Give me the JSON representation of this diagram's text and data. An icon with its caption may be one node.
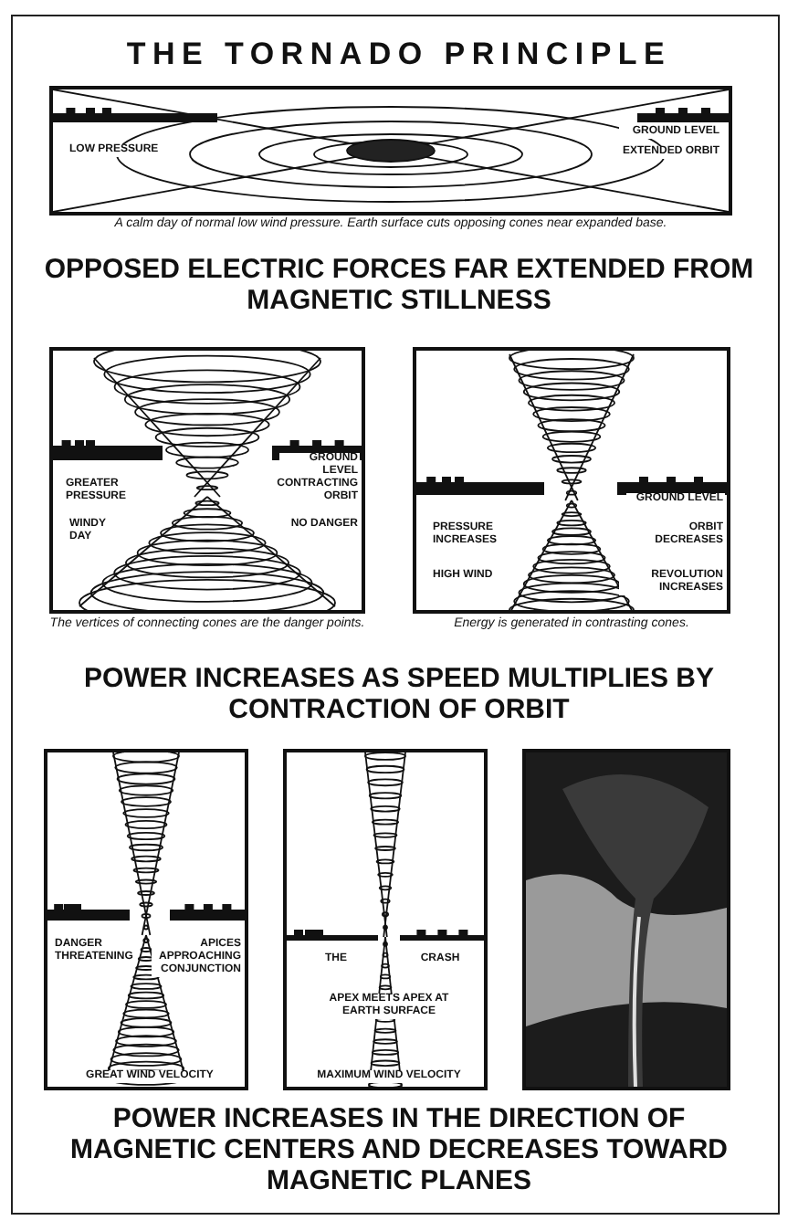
{
  "diagram": {
    "title": "THE TORNADO PRINCIPLE",
    "nodes": [
      {
        "text": [
          "LOW PRESSURE",
          "GROUND LEVEL",
          "EXTENDED ORBIT"
        ],
        "beside": [
          "A calm day of normal low wind pressure. Earth surface cuts opposing cones near expanded base."
        ]
      },
      {
        "text": [
          "GROUND LEVEL",
          "GREATER PRESSURE",
          "WINDY DAY",
          "CONTRACTING ORBIT",
          "NO DANGER"
        ],
        "beside": [
          "The vertices of connecting cones are the danger points."
        ]
      },
      {
        "text": [
          "GROUND LEVEL",
          "PRESSURE INCREASES",
          "HIGH WIND",
          "ORBIT DECREASES",
          "REVOLUTION INCREASES"
        ],
        "beside": [
          "Energy is generated in contrasting cones."
        ]
      },
      {
        "text": [
          "DANGER THREATENING",
          "APICES APPROACHING CONJUNCTION",
          "GREAT WIND VELOCITY"
        ]
      },
      {
        "text": [
          "THE",
          "CRASH",
          "APEX MEETS APEX AT EARTH SURFACE",
          "MAXIMUM WIND VELOCITY"
        ]
      },
      {
        "text": [],
        "shape": "picture"
      }
    ],
    "labels": [
      "OPPOSED ELECTRIC FORCES FAR EXTENDED FROM MAGNETIC STILLNESS",
      "POWER INCREASES AS SPEED MULTIPLIES BY CONTRACTION OF ORBIT",
      "POWER INCREASES IN THE DIRECTION OF MAGNETIC CENTERS AND DECREASES TOWARD MAGNETIC PLANES"
    ]
  }
}
